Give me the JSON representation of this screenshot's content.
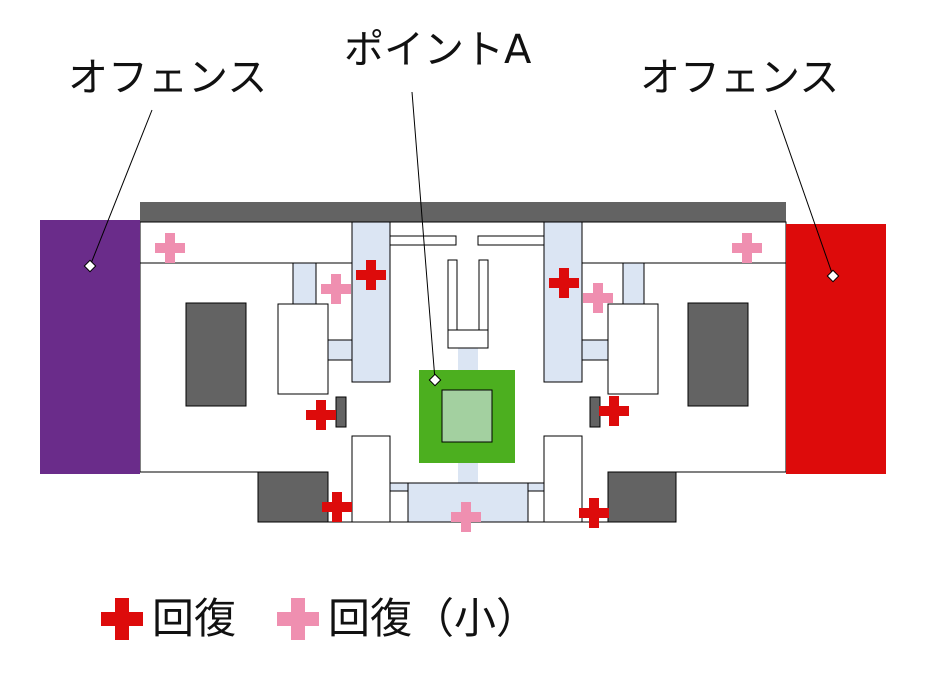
{
  "labels": {
    "offense_left": "オフェンス",
    "point_a": "ポイントA",
    "offense_right": "オフェンス"
  },
  "legend": {
    "heal": "回復",
    "heal_small": "回復（小）"
  },
  "colors": {
    "offense_left_zone": "#6a2c8a",
    "offense_right_zone": "#dd0b0b",
    "point_outer": "#4caf1f",
    "point_inner": "#a3d0a0",
    "wall": "#636363",
    "corridor": "#dbe5f3",
    "heal": "#dd0b0b",
    "heal_small": "#ef8fb0"
  }
}
